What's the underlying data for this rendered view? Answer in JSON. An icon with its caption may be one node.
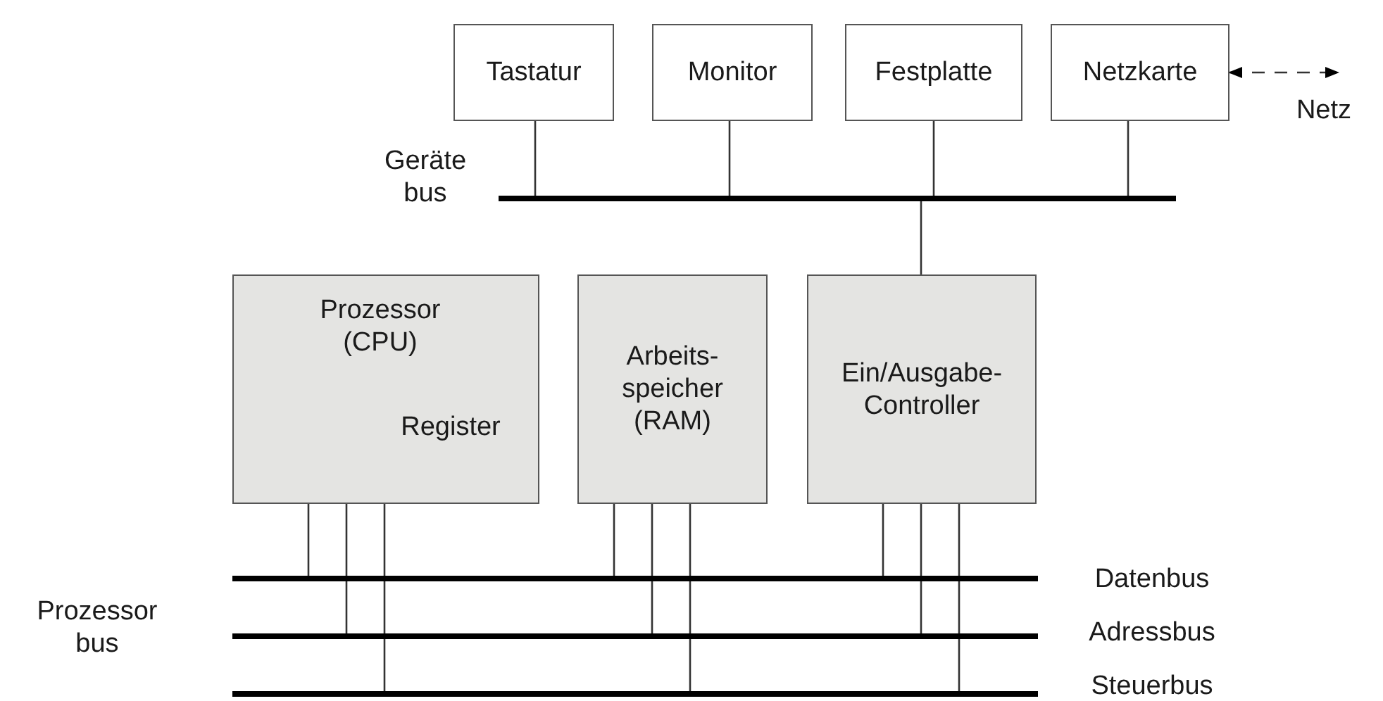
{
  "diagram": {
    "nodes": [
      {
        "text": [
          "Tastatur"
        ]
      },
      {
        "text": [
          "Monitor"
        ]
      },
      {
        "text": [
          "Festplatte"
        ]
      },
      {
        "text": [
          "Netzkarte"
        ]
      },
      {
        "text": [
          "Netz"
        ]
      },
      {
        "text": [],
        "shape": "bar",
        "beside": [
          "Geräte bus"
        ]
      },
      {
        "text": [
          "Prozessor (CPU)",
          "Register"
        ]
      },
      {
        "text": [
          "Arbeits- speicher (RAM)"
        ]
      },
      {
        "text": [
          "Ein/Ausgabe- Controller"
        ]
      },
      {
        "text": [],
        "shape": "bar",
        "beside": [
          "Datenbus"
        ]
      },
      {
        "text": [],
        "shape": "bar",
        "beside": [
          "Adressbus"
        ]
      },
      {
        "text": [],
        "shape": "bar",
        "beside": [
          "Steuerbus"
        ]
      }
    ],
    "edges": [
      {
        "from": 3,
        "to": 4,
        "arrow": "both",
        "style": "dashed"
      },
      {
        "from": 0,
        "to": 5,
        "arrow": "none"
      },
      {
        "from": 1,
        "to": 5,
        "arrow": "none"
      },
      {
        "from": 2,
        "to": 5,
        "arrow": "none"
      },
      {
        "from": 3,
        "to": 5,
        "arrow": "none"
      },
      {
        "from": 5,
        "to": 8,
        "arrow": "none"
      },
      {
        "from": 6,
        "to": 9,
        "arrow": "none"
      },
      {
        "from": 6,
        "to": 10,
        "arrow": "none"
      },
      {
        "from": 6,
        "to": 11,
        "arrow": "none"
      },
      {
        "from": 7,
        "to": 9,
        "arrow": "none"
      },
      {
        "from": 7,
        "to": 10,
        "arrow": "none"
      },
      {
        "from": 7,
        "to": 11,
        "arrow": "none"
      },
      {
        "from": 8,
        "to": 9,
        "arrow": "none"
      },
      {
        "from": 8,
        "to": 10,
        "arrow": "none"
      },
      {
        "from": 8,
        "to": 11,
        "arrow": "none"
      }
    ],
    "labels": [
      "Prozessor bus"
    ]
  }
}
